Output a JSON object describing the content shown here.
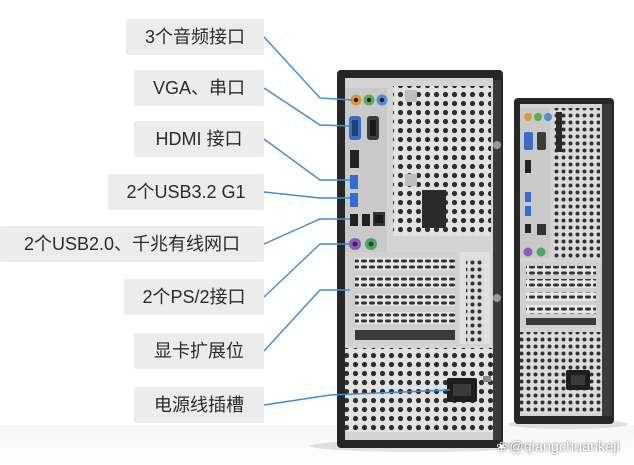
{
  "port_labels": [
    {
      "name": "audio",
      "text": "3个音频接口"
    },
    {
      "name": "vga-serial",
      "text": "VGA、串口"
    },
    {
      "name": "hdmi",
      "text": "HDMI 接口"
    },
    {
      "name": "usb32",
      "text": "2个USB3.2 G1"
    },
    {
      "name": "usb20-lan",
      "text": "2个USB2.0、千兆有线网口"
    },
    {
      "name": "ps2",
      "text": "2个PS/2接口"
    },
    {
      "name": "gpu-slots",
      "text": "显卡扩展位"
    },
    {
      "name": "power-socket",
      "text": "电源线插槽"
    }
  ],
  "watermark": {
    "text": "@qiangchuankeji"
  },
  "colors": {
    "label_bg": "#ececec",
    "label_text": "#2b2b2b",
    "leader_line": "#3b8fd6",
    "chassis": "#2a2a2a",
    "panel": "#d9d9d9",
    "usb3_blue": "#2f6fd1",
    "ps2_purple": "#8a5bb8",
    "ps2_green": "#4fa363"
  },
  "icons": [
    "weibo-logo-icon"
  ]
}
